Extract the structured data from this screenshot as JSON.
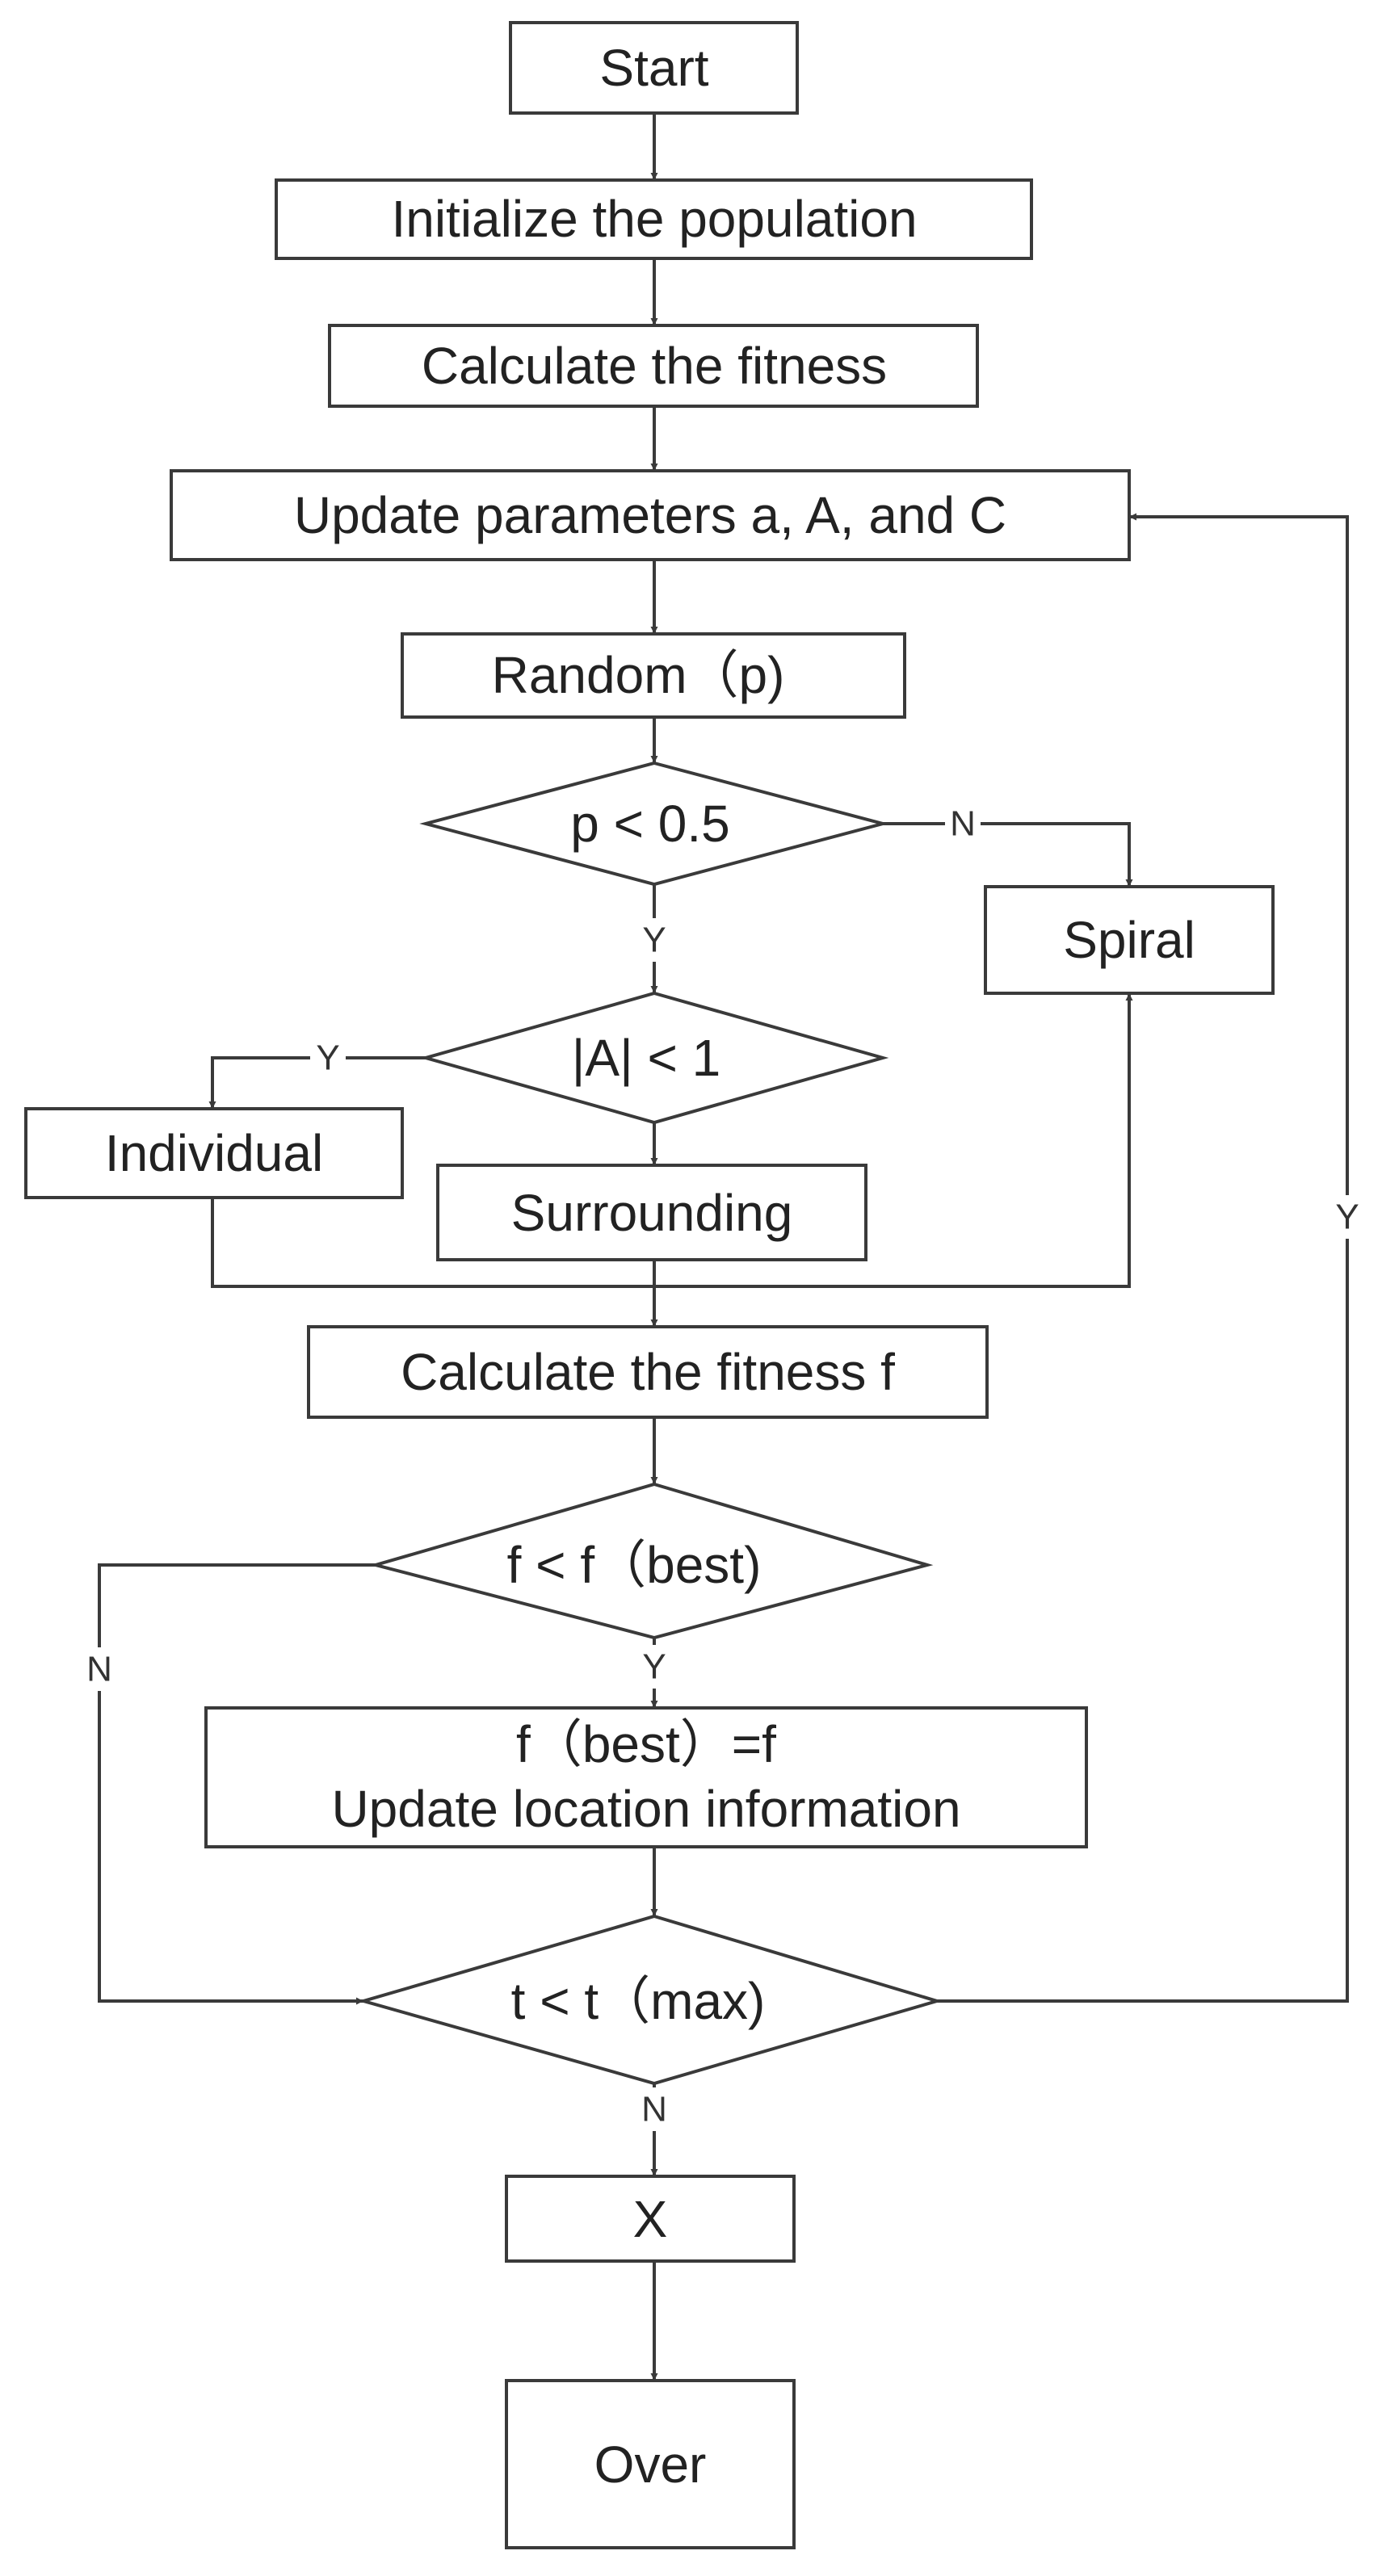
{
  "flowchart": {
    "nodes": {
      "start": "Start",
      "init": "Initialize the population",
      "calc_fitness": "Calculate the fitness",
      "update_params": "Update parameters a, A, and C",
      "random_p": "Random（p)",
      "p_check": "p < 0.5",
      "spiral": "Spiral",
      "a_check": "|A| < 1",
      "individual": "Individual",
      "surrounding": "Surrounding",
      "calc_fitness_f": "Calculate the fitness f",
      "f_check": "f < f（best)",
      "update_best_line1": "f（best）=f",
      "update_best_line2": "Update location information",
      "t_check": "t < t（max)",
      "x": "X",
      "over": "Over"
    },
    "edge_labels": {
      "p_no": "N",
      "p_yes": "Y",
      "a_yes": "Y",
      "f_yes": "Y",
      "f_no": "N",
      "t_no": "N",
      "t_yes": "Y"
    }
  }
}
